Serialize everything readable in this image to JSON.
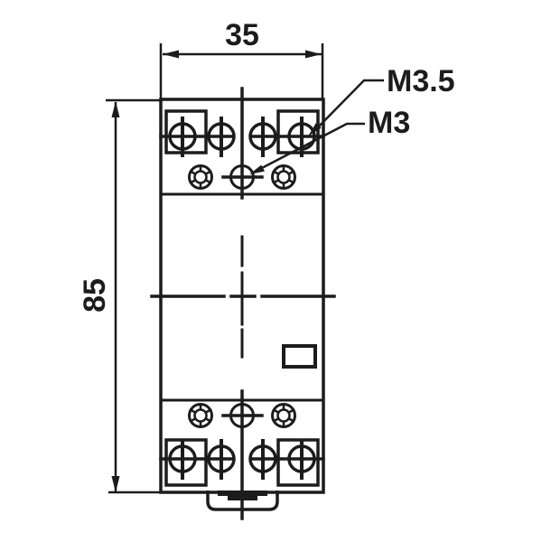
{
  "drawing": {
    "background": "#ffffff",
    "line_color": "#1c1c1c",
    "dimensions": {
      "width_mm": "35",
      "height_mm": "85"
    },
    "annotations": {
      "main_terminal_thread": "M3.5",
      "aux_terminal_thread": "M3"
    }
  }
}
